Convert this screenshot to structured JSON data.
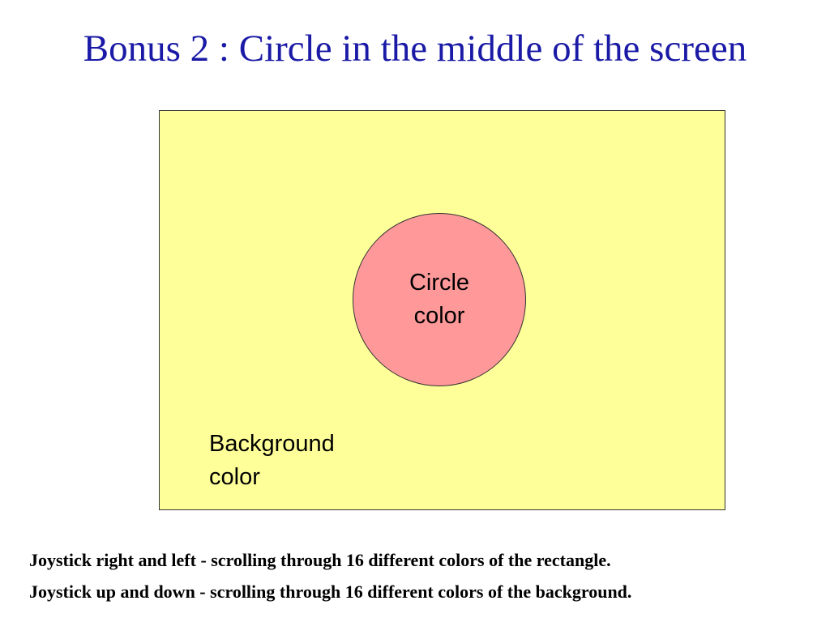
{
  "title": "Bonus 2 : Circle in the middle of the screen",
  "diagram": {
    "circle_label": "Circle color",
    "background_label": "Background color"
  },
  "notes": [
    "Joystick right and left - scrolling through 16 different colors of the rectangle.",
    "Joystick up and down - scrolling through 16 different colors of the background."
  ],
  "colors": {
    "title": "#1a1aa6",
    "background": "#ffff99",
    "circle": "#ff9999",
    "outline": "#333333"
  }
}
